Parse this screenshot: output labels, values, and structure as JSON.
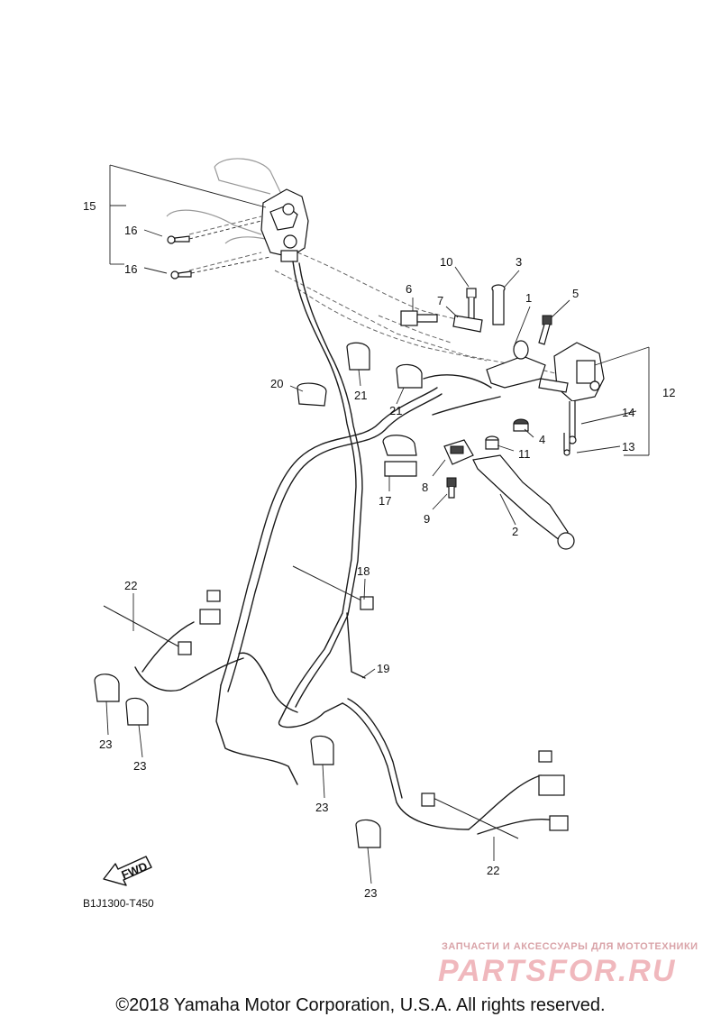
{
  "diagram": {
    "callouts": [
      "1",
      "2",
      "3",
      "4",
      "5",
      "6",
      "7",
      "8",
      "9",
      "10",
      "11",
      "12",
      "13",
      "14",
      "15",
      "16",
      "16",
      "17",
      "18",
      "19",
      "20",
      "21",
      "21",
      "22",
      "22",
      "23",
      "23",
      "23",
      "23"
    ],
    "fwd_label": "FWD",
    "figure_code": "B1J1300-T450"
  },
  "footer": {
    "copyright": "©2018 Yamaha Motor Corporation, U.S.A. All rights reserved."
  },
  "watermark": {
    "tagline": "ЗАПЧАСТИ И АКСЕССУАРЫ ДЛЯ МОТОТЕХНИКИ",
    "logo": "PARTSFOR.RU"
  }
}
